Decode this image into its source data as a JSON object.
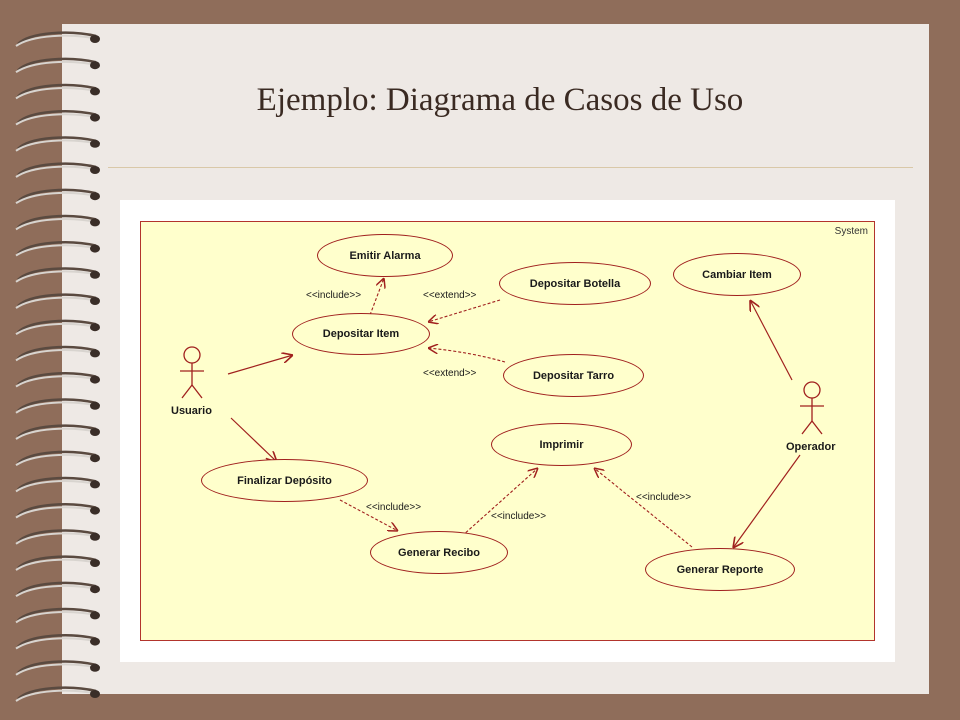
{
  "slide": {
    "title": "Ejemplo: Diagrama de Casos de Uso"
  },
  "diagram": {
    "system_label": "System",
    "actors": {
      "usuario": "Usuario",
      "operador": "Operador"
    },
    "use_cases": {
      "emitir_alarma": "Emitir Alarma",
      "depositar_item": "Depositar Item",
      "depositar_botella": "Depositar Botella",
      "depositar_tarro": "Depositar Tarro",
      "cambiar_item": "Cambiar Item",
      "imprimir": "Imprimir",
      "finalizar_deposito": "Finalizar Depósito",
      "generar_recibo": "Generar Recibo",
      "generar_reporte": "Generar Reporte"
    },
    "relations": {
      "include_alarma": "<<include>>",
      "extend_botella": "<<extend>>",
      "extend_tarro": "<<extend>>",
      "include_recibo": "<<include>>",
      "include_imprimir_recibo": "<<include>>",
      "include_imprimir_reporte": "<<include>>"
    },
    "colors": {
      "line": "#a0201e",
      "fill": "#ffffcc",
      "border": "#b2342c"
    }
  }
}
